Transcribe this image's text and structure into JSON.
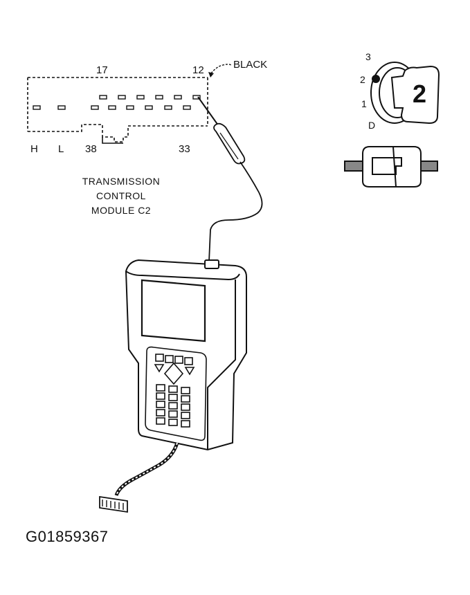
{
  "connector": {
    "pin_top_left": "17",
    "pin_top_right": "12",
    "wire_color": "BLACK",
    "pin_labels_bottom": [
      "H",
      "L",
      "38",
      "33"
    ]
  },
  "module": {
    "lines": [
      "TRANSMISSION",
      "CONTROL",
      "MODULE C2"
    ]
  },
  "ignition": {
    "positions": [
      "3",
      "2",
      "1",
      "D"
    ],
    "key_number": "2"
  },
  "figure_id": "G01859367",
  "colors": {
    "ink": "#111111",
    "background": "#ffffff"
  }
}
